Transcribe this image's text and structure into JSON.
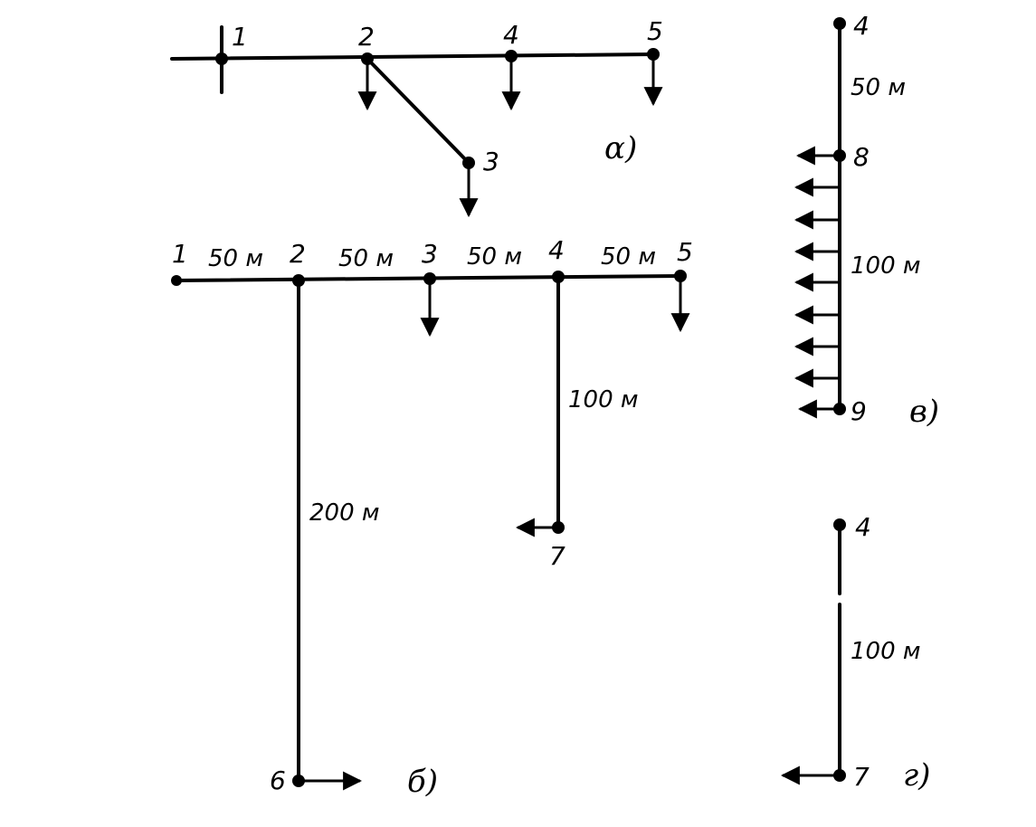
{
  "diagram_a": {
    "nodes": [
      "1",
      "2",
      "3",
      "4",
      "5"
    ],
    "caption": "α)"
  },
  "diagram_b": {
    "nodes": [
      "1",
      "2",
      "3",
      "4",
      "5",
      "6",
      "7"
    ],
    "segments": [
      "50 м",
      "50 м",
      "50 м",
      "50 м",
      "100 м",
      "200 м"
    ],
    "caption": "б)"
  },
  "diagram_v": {
    "nodes": [
      "4",
      "8",
      "9"
    ],
    "segments": [
      "50 м",
      "100 м"
    ],
    "caption": "в)"
  },
  "diagram_g": {
    "nodes": [
      "4",
      "7"
    ],
    "segments": [
      "100 м"
    ],
    "caption": "г)"
  }
}
